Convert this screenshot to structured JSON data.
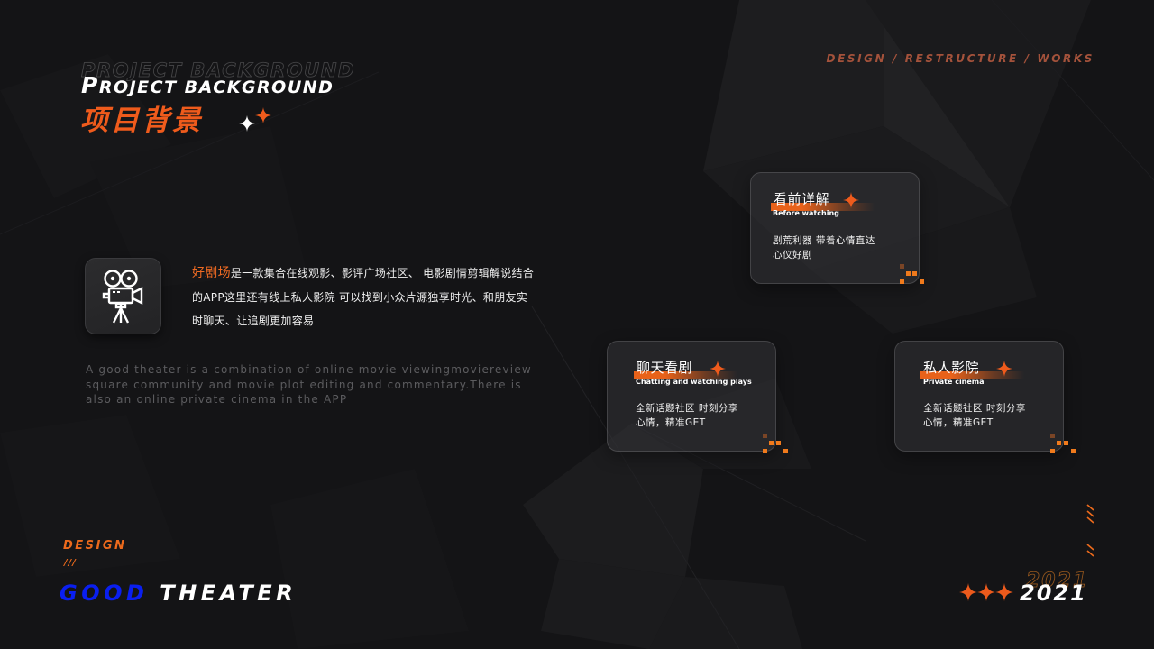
{
  "header": {
    "title_en_first": "P",
    "title_en_rest": "roject background",
    "title_ghost": "Project background",
    "title_cn": "项目背景",
    "tagline": "DESIGN / RESTRUCTURE / WORKS"
  },
  "intro": {
    "icon": "movie-camera-icon",
    "highlight": "好剧场",
    "text_cn": "是一款集合在线观影、影评广场社区、 电影剧情剪辑解说结合的APP这里还有线上私人影院 可以找到小众片源独享时光、和朋友实时聊天、让追剧更加容易",
    "text_en": "A good theater is a combination of online movie viewingmoviereview square community and movie plot editing and commentary.There is also an online private cinema in the APP"
  },
  "cards": [
    {
      "title": "看前详解",
      "subtitle": "Before watching",
      "body_line1": "剧荒利器 带着心情直达",
      "body_line2": "心仪好剧"
    },
    {
      "title": "聊天看剧",
      "subtitle": "Chatting and watching plays",
      "body_line1": "全新话题社区 时刻分享",
      "body_line2": "心情，精准GET"
    },
    {
      "title": "私人影院",
      "subtitle": "Private cinema",
      "body_line1": "全新话题社区 时刻分享",
      "body_line2": "心情，精准GET"
    }
  ],
  "footer": {
    "design_tag": "DESIGN",
    "slashes": "///",
    "brand_part1": "GOOD",
    "brand_part2": "THEATER",
    "year": "2021",
    "year_ghost": "2021"
  },
  "colors": {
    "background": "#141416",
    "accent_orange": "#ef5b1c",
    "brand_blue": "#0a1ff0",
    "tagline": "#a4523b"
  }
}
